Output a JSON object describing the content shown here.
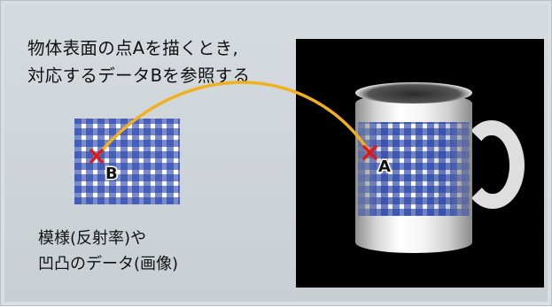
{
  "caption": {
    "line1": "物体表面の点Aを描くとき,",
    "line2": "対応するデータBを参照する"
  },
  "texture_caption": {
    "line1": "模様(反射率)や",
    "line2": "凹凸のデータ(画像)"
  },
  "points": {
    "a_label": "A",
    "b_label": "B"
  },
  "colors": {
    "panel_background": "#cfd6da",
    "render_background": "#000000",
    "check_pattern": "#2240aa",
    "mapping_curve": "#f0b020",
    "marker": "#e01818"
  }
}
